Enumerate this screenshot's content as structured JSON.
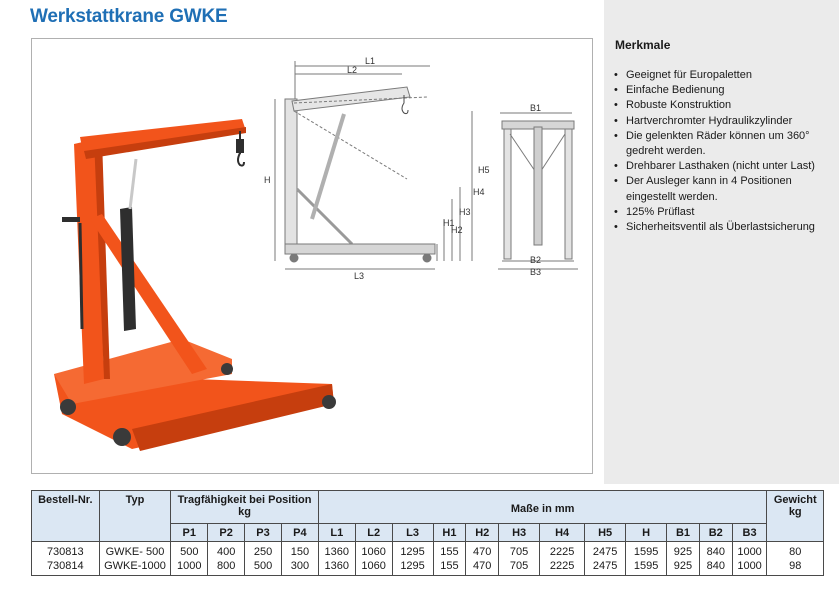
{
  "title": "Werkstattkrane GWKE",
  "features": {
    "heading": "Merkmale",
    "items": [
      "Geeignet für Europaletten",
      "Einfache Bedienung",
      "Robuste Konstruktion",
      "Hartverchromter Hydraulikzylinder",
      "Die gelenkten Räder können um 360° gedreht werden.",
      "Drehbarer Lasthaken (nicht unter Last)",
      "Der Ausleger kann in 4 Positionen eingestellt werden.",
      "125% Prüflast",
      "Sicherheitsventil als Überlastsicherung"
    ]
  },
  "diagram": {
    "labels": {
      "L1": "L1",
      "L2": "L2",
      "L3": "L3",
      "H": "H",
      "H1": "H1",
      "H2": "H2",
      "H3": "H3",
      "H4": "H4",
      "H5": "H5",
      "B1": "B1",
      "B2": "B2",
      "B3": "B3"
    },
    "colors": {
      "crane": "#f2541b",
      "crane_dark": "#c63e0e",
      "steel": "#3a3a3a",
      "drawing": "#9a9a9a"
    }
  },
  "table": {
    "headers": {
      "order_no": "Bestell-Nr.",
      "type": "Typ",
      "capacity": "Tragfähigkeit bei Position kg",
      "dims": "Maße in mm",
      "weight": "Gewicht kg"
    },
    "subheaders": [
      "P1",
      "P2",
      "P3",
      "P4",
      "L1",
      "L2",
      "L3",
      "H1",
      "H2",
      "H3",
      "H4",
      "H5",
      "H",
      "B1",
      "B2",
      "B3"
    ],
    "rows": [
      {
        "order_no": "730813",
        "type": "GWKE- 500",
        "values": [
          "500",
          "400",
          "250",
          "150",
          "1360",
          "1060",
          "1295",
          "155",
          "470",
          "705",
          "2225",
          "2475",
          "1595",
          "925",
          "840",
          "1000"
        ],
        "weight": "80"
      },
      {
        "order_no": "730814",
        "type": "GWKE-1000",
        "values": [
          "1000",
          "800",
          "500",
          "300",
          "1360",
          "1060",
          "1295",
          "155",
          "470",
          "705",
          "2225",
          "2475",
          "1595",
          "925",
          "840",
          "1000"
        ],
        "weight": "98"
      }
    ]
  }
}
